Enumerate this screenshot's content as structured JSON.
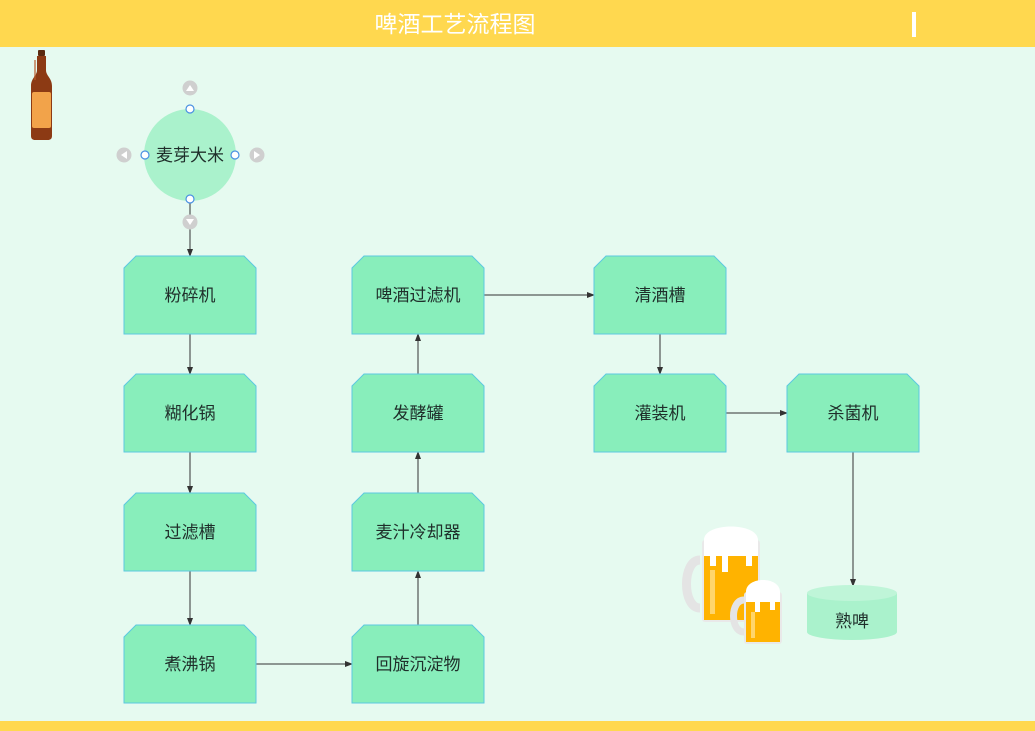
{
  "header": {
    "title": "啤酒工艺流程图"
  },
  "colors": {
    "header": "#ffd84f",
    "background": "#e6faf0",
    "node_fill": "#88eebb",
    "node_stroke": "#5cc8e0",
    "start_fill": "#aaf2cc",
    "arrow": "#333333"
  },
  "diagram": {
    "start": {
      "label": "麦芽大米"
    },
    "nodes": {
      "crusher": "粉碎机",
      "mash_tun": "糊化锅",
      "lauter_tun": "过滤槽",
      "boil_kettle": "煮沸锅",
      "whirlpool": "回旋沉淀物",
      "wort_cooler": "麦汁冷却器",
      "fermenter": "发酵罐",
      "beer_filter": "啤酒过滤机",
      "bright_tank": "清酒槽",
      "filling_machine": "灌装机",
      "sterilizer": "杀菌机"
    },
    "end": {
      "label": "熟啤"
    },
    "edges": [
      [
        "start",
        "crusher"
      ],
      [
        "crusher",
        "mash_tun"
      ],
      [
        "mash_tun",
        "lauter_tun"
      ],
      [
        "lauter_tun",
        "boil_kettle"
      ],
      [
        "boil_kettle",
        "whirlpool"
      ],
      [
        "whirlpool",
        "wort_cooler"
      ],
      [
        "wort_cooler",
        "fermenter"
      ],
      [
        "fermenter",
        "beer_filter"
      ],
      [
        "beer_filter",
        "bright_tank"
      ],
      [
        "bright_tank",
        "filling_machine"
      ],
      [
        "filling_machine",
        "sterilizer"
      ],
      [
        "sterilizer",
        "end"
      ]
    ]
  },
  "decorations": {
    "bottle": "beer-bottle-icon",
    "mugs": "beer-mugs-icon"
  }
}
